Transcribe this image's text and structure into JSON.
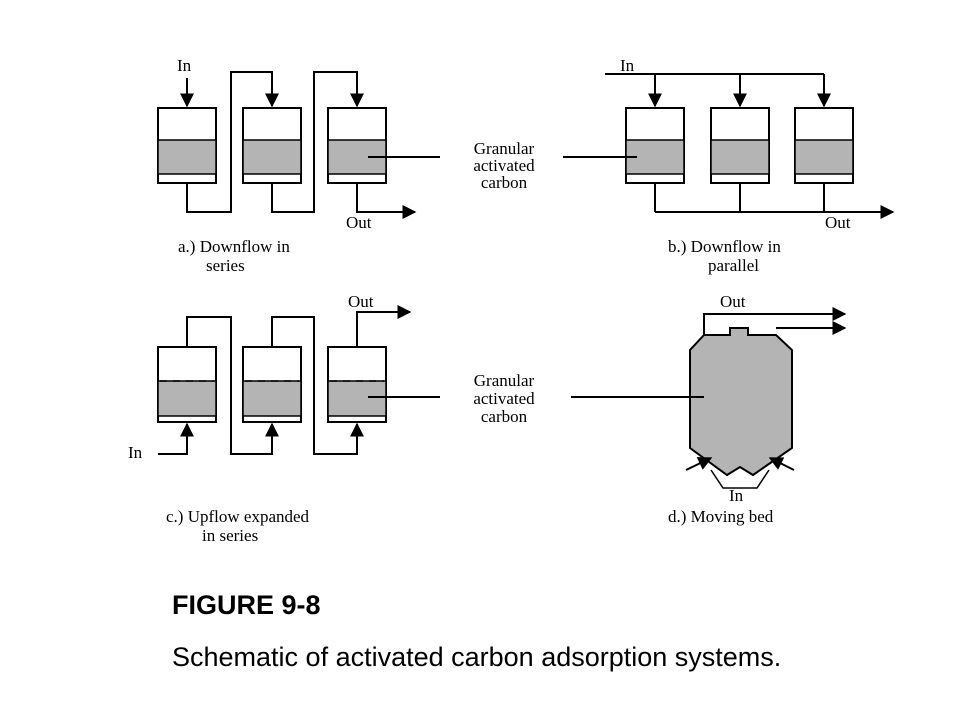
{
  "labels": {
    "in": "In",
    "out": "Out",
    "gac_line1": "Granular",
    "gac_line2": "activated",
    "gac_line3": "carbon"
  },
  "panels": {
    "a": {
      "line1": "a.) Downflow in",
      "line2": "series"
    },
    "b": {
      "line1": "b.) Downflow in",
      "line2": "parallel"
    },
    "c": {
      "line1": "c.) Upflow expanded",
      "line2": "in series"
    },
    "d": {
      "line1": "d.) Moving bed"
    }
  },
  "caption": {
    "title": "FIGURE 9-8",
    "text": "Schematic of activated carbon adsorption systems."
  },
  "colors": {
    "carbon_fill": "#b4b4b4",
    "line": "#000000",
    "background": "#ffffff"
  }
}
